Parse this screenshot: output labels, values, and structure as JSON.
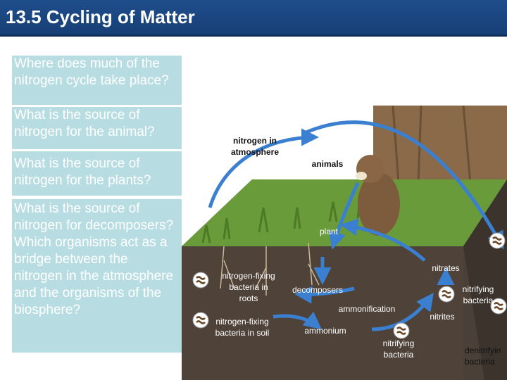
{
  "title": "13.5 Cycling of Matter",
  "questions": [
    "Where does much of the nitrogen cycle take place?",
    "What is the source of nitrogen for the animal?",
    "What is the source of nitrogen for the plants?",
    "What is the source of nitrogen for decomposers?\nWhich organisms act as a bridge between the nitrogen in the atmosphere and the organisms of the biosphere?"
  ],
  "labels": {
    "nitrogen_atmosphere": "nitrogen in\natmosphere",
    "animals": "animals",
    "plant": "plant",
    "nitrates": "nitrates",
    "nitrogen_fixing_roots": "nitrogen-fixing\nbacteria in\nroots",
    "decomposers": "decomposers",
    "nitrifying_bacteria_1": "nitrifying\nbacteria",
    "ammonification": "ammonification",
    "nitrites": "nitrites",
    "nitrogen_fixing_soil": "nitrogen-fixing\nbacteria in soil",
    "ammonium": "ammonium",
    "nitrifying_bacteria_2": "nitrifying\nbacteria",
    "denitrifying": "denitrifyin\nbacteria"
  },
  "colors": {
    "title_bar": "#1f4e8c",
    "question_box": "#b7dde3",
    "question_text": "#ffffff",
    "arrow": "#3a7fd0",
    "soil": "#4a4038",
    "grass": "#6a9b3a"
  },
  "icons": [
    "bacteria-icon"
  ]
}
